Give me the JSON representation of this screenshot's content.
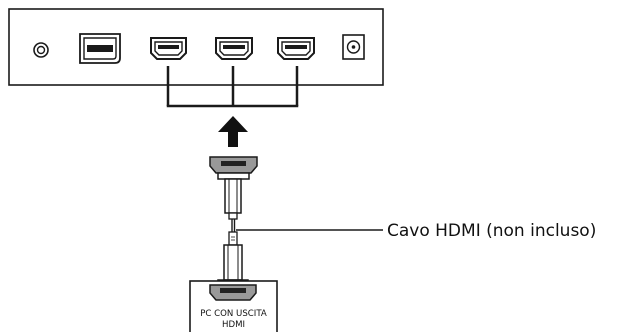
{
  "cable_label": "Cavo HDMI (non incluso)",
  "pc_label": {
    "line1": "PC CON USCITA",
    "line2": "HDMI"
  },
  "panel_ports": [
    {
      "name": "audio-jack-port-icon"
    },
    {
      "name": "displayport-port-icon"
    },
    {
      "name": "hdmi-port-1-icon"
    },
    {
      "name": "hdmi-port-2-icon"
    },
    {
      "name": "hdmi-port-3-icon"
    },
    {
      "name": "dc-power-port-icon"
    }
  ],
  "colors": {
    "stroke": "#1a1a1a",
    "connector_fill": "#9a9a9a",
    "background": "#ffffff"
  }
}
